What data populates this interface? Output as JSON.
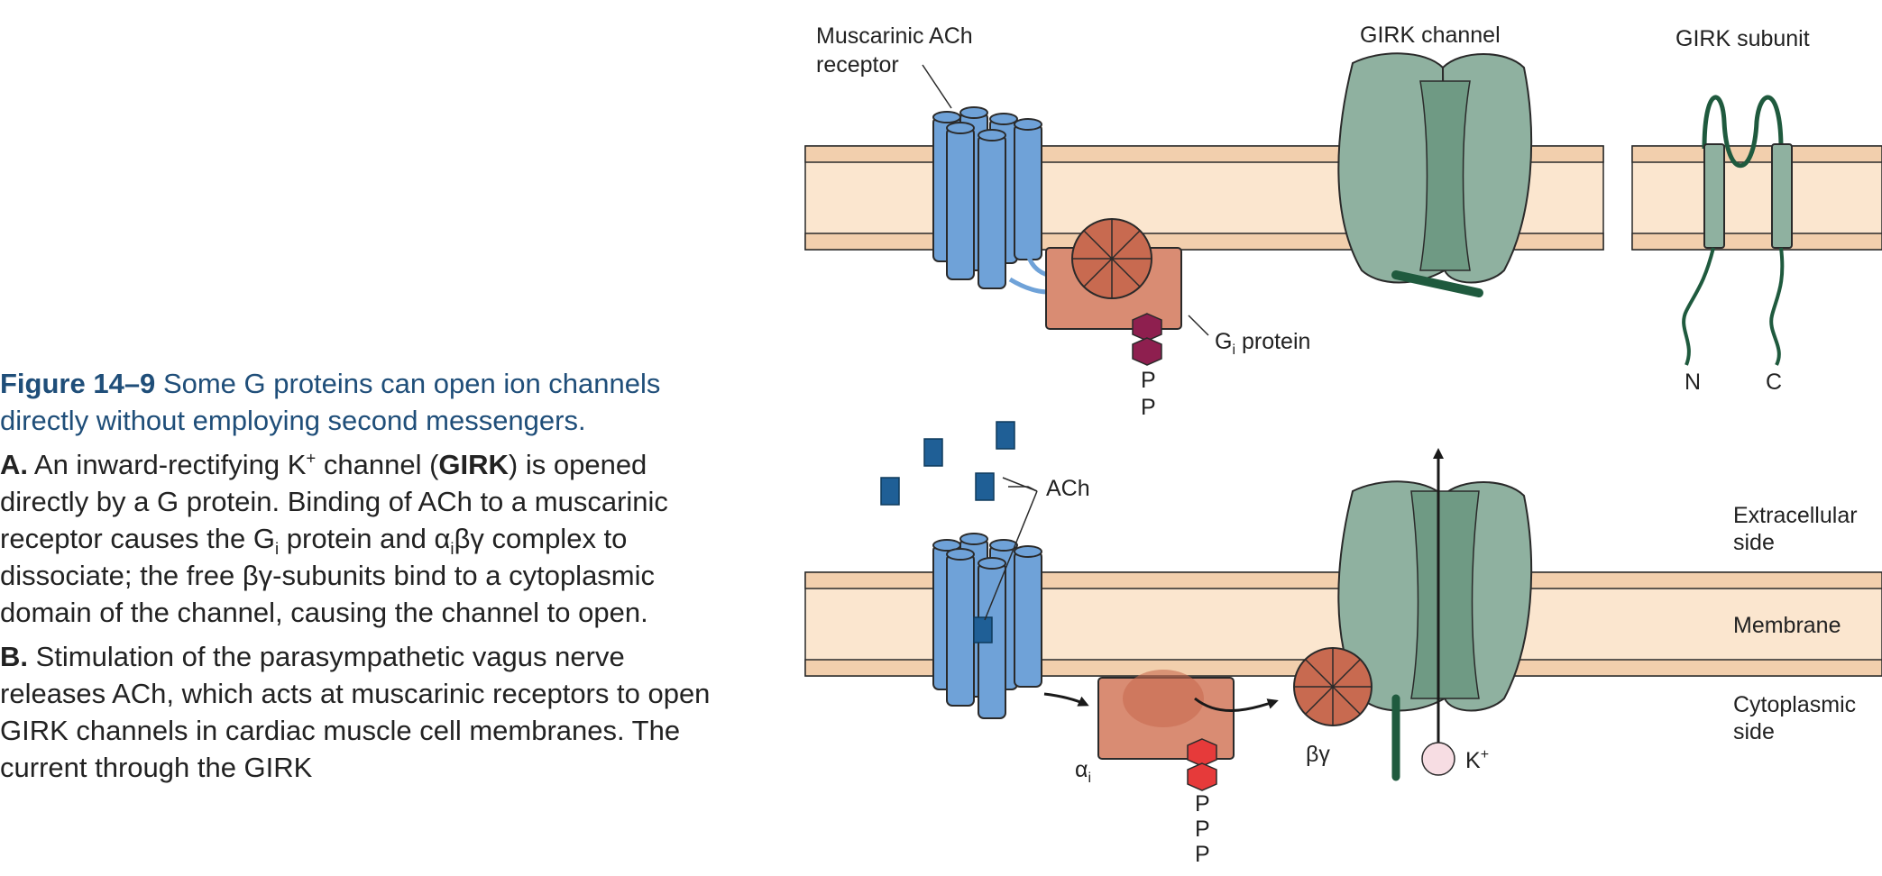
{
  "caption": {
    "figure_number": "Figure 14–9",
    "figure_title": "Some G proteins can open ion channels directly without employing second messengers.",
    "panel_a": {
      "label": "A.",
      "t1": "An inward-rectifying K",
      "t1_sup": "+",
      "t2": " channel (",
      "girk": "GIRK",
      "t3": ") is opened directly by a G protein. Binding of ACh to a muscarinic receptor causes the G",
      "sub_i": "i",
      "t4": " protein and α",
      "sub_i2": "i",
      "t5": "βγ complex to dissociate; the free βγ-subunits bind to a cytoplasmic domain of the channel, causing the channel to open."
    },
    "panel_b": {
      "label": "B.",
      "text": "Stimulation of the parasympathetic vagus nerve releases ACh, which acts at muscarinic receptors to open GIRK channels in cardiac muscle cell membranes. The current through the GIRK"
    }
  },
  "diagram": {
    "top": {
      "receptor_label_line1": "Muscarinic ACh",
      "receptor_label_line2": "receptor",
      "channel_label": "GIRK channel",
      "subunit_label": "GIRK subunit",
      "gprotein_label_prefix": "G",
      "gprotein_label_sub": "i",
      "gprotein_label_suffix": " protein",
      "phosphate_1": "P",
      "phosphate_2": "P",
      "terminal_n": "N",
      "terminal_c": "C"
    },
    "bottom": {
      "ach_label": "ACh",
      "alpha_symbol": "α",
      "alpha_sub": "i",
      "beta_gamma": "βγ",
      "k_label_base": "K",
      "k_label_sup": "+",
      "phosphate_1": "P",
      "phosphate_2": "P",
      "phosphate_3": "P",
      "side_extracellular_1": "Extracellular",
      "side_extracellular_2": "side",
      "side_membrane": "Membrane",
      "side_cytoplasmic_1": "Cytoplasmic",
      "side_cytoplasmic_2": "side"
    },
    "colors": {
      "membrane_fill": "#fbe6cf",
      "membrane_edge": "#f2cfad",
      "receptor": "#6fa2d8",
      "channel": "#8fb1a0",
      "channel_dark": "#6f9a84",
      "gprotein": "#d98c73",
      "subunit_ball": "#c86a50",
      "gdp": "#8e1f4f",
      "gtp": "#e63a3a",
      "ach": "#1f5f96",
      "strand": "#1f5a3e",
      "caption_title": "#1f4e79"
    }
  }
}
